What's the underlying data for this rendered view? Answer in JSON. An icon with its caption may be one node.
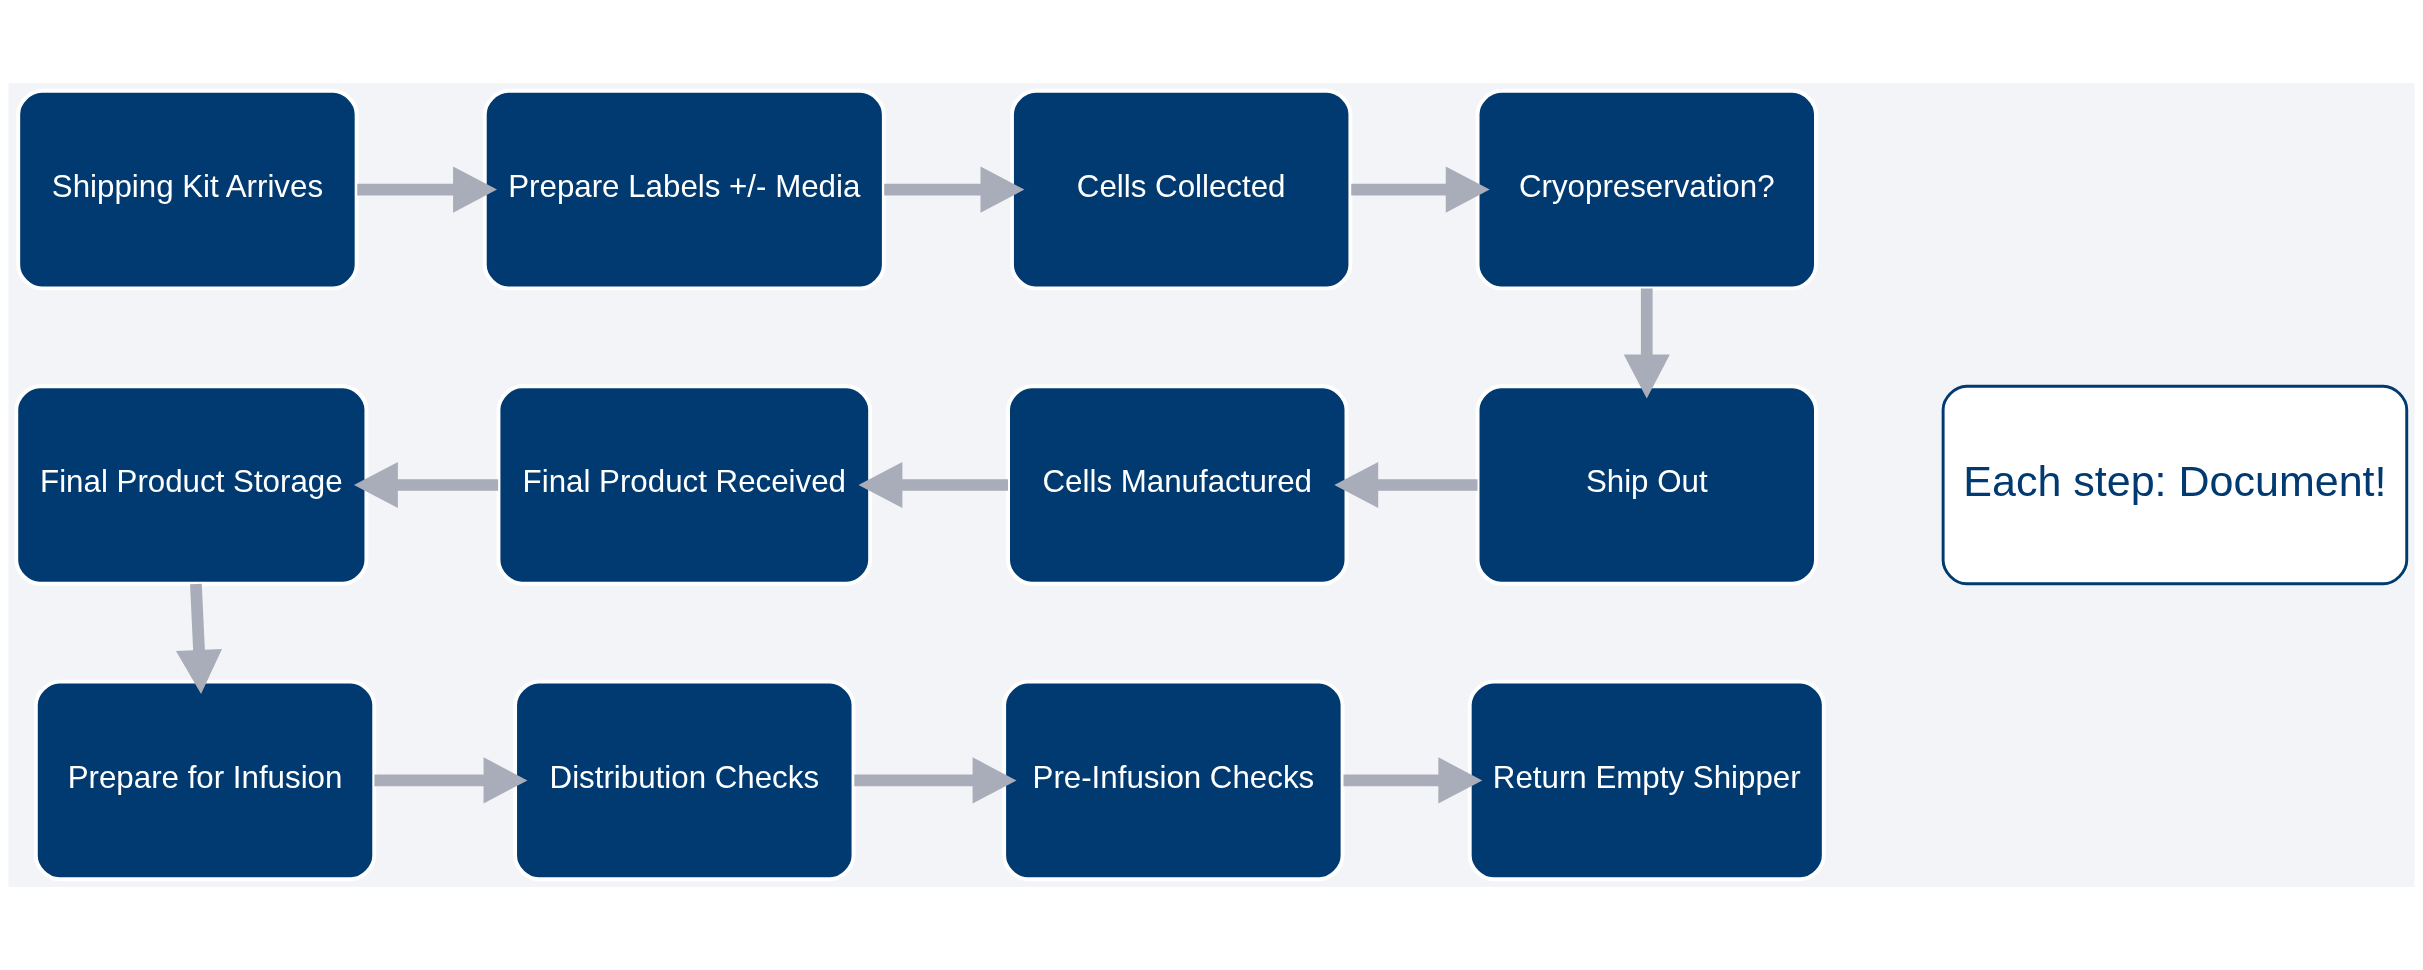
{
  "diagram": {
    "nodes": [
      {
        "text": [
          "Shipping Kit Arrives"
        ]
      },
      {
        "text": [
          "Prepare Labels +/- Media"
        ]
      },
      {
        "text": [
          "Cells Collected"
        ]
      },
      {
        "text": [
          "Cryopreservation?"
        ]
      },
      {
        "text": [
          "Ship Out"
        ]
      },
      {
        "text": [
          "Cells Manufactured"
        ]
      },
      {
        "text": [
          "Final Product Received"
        ]
      },
      {
        "text": [
          "Final Product Storage"
        ]
      },
      {
        "text": [
          "Prepare for Infusion"
        ]
      },
      {
        "text": [
          "Distribution Checks"
        ]
      },
      {
        "text": [
          "Pre-Infusion Checks"
        ]
      },
      {
        "text": [
          "Return Empty Shipper"
        ]
      },
      {
        "text": [
          "Each step: Document!"
        ]
      }
    ],
    "edges": [
      {
        "from": 0,
        "to": 1,
        "arrow": "to"
      },
      {
        "from": 1,
        "to": 2,
        "arrow": "to"
      },
      {
        "from": 2,
        "to": 3,
        "arrow": "to"
      },
      {
        "from": 3,
        "to": 4,
        "arrow": "to"
      },
      {
        "from": 4,
        "to": 5,
        "arrow": "to"
      },
      {
        "from": 5,
        "to": 6,
        "arrow": "to"
      },
      {
        "from": 6,
        "to": 7,
        "arrow": "to"
      },
      {
        "from": 7,
        "to": 8,
        "arrow": "to"
      },
      {
        "from": 8,
        "to": 9,
        "arrow": "to"
      },
      {
        "from": 9,
        "to": 10,
        "arrow": "to"
      },
      {
        "from": 10,
        "to": 11,
        "arrow": "to"
      }
    ]
  }
}
